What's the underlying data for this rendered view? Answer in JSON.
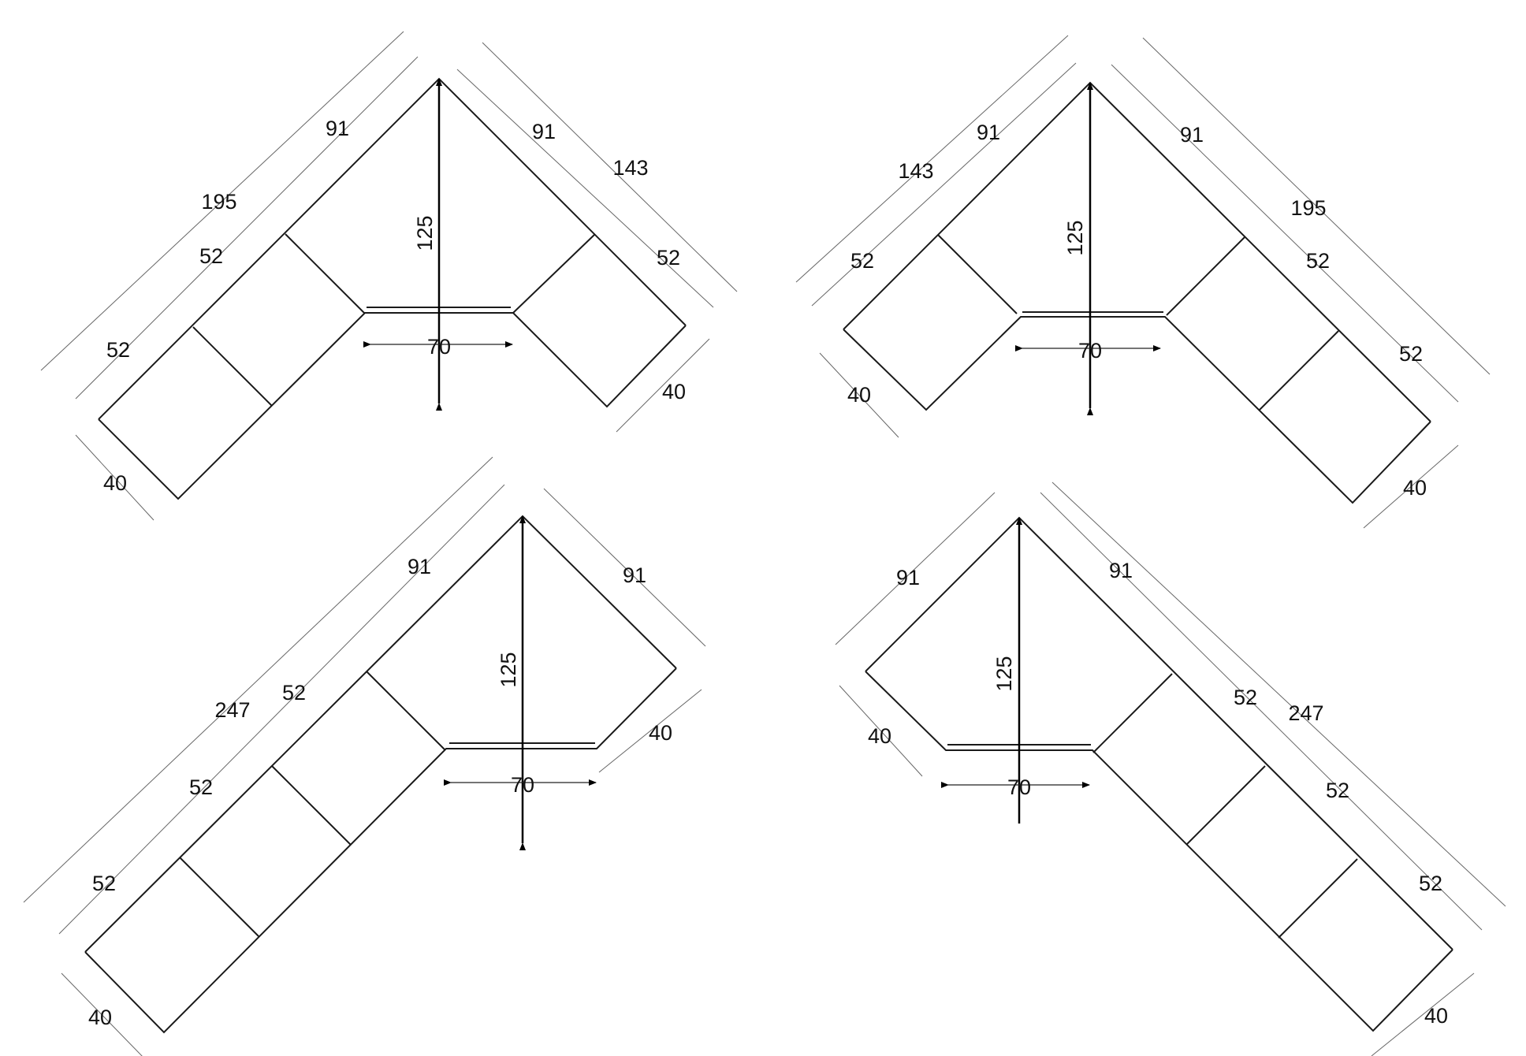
{
  "colors": {
    "line": "#1a1a1a",
    "dim": "#444444",
    "arrow": "#000000",
    "background": "#ffffff"
  },
  "diagrams": [
    {
      "id": "top-left",
      "labels": {
        "outer_overall": "195",
        "outer_corner": "91",
        "outer_unit_1": "52",
        "outer_unit_2": "52",
        "inner_corner": "91",
        "inner_overall": "143",
        "inner_unit_1": "52",
        "depth_left": "40",
        "depth_right": "40",
        "front": "70",
        "height": "125"
      }
    },
    {
      "id": "top-right",
      "labels": {
        "outer_overall": "143",
        "outer_corner": "91",
        "outer_unit_1": "52",
        "inner_corner": "91",
        "inner_overall": "195",
        "inner_unit_1": "52",
        "inner_unit_2": "52",
        "depth_left": "40",
        "depth_right": "40",
        "front": "70",
        "height": "125"
      }
    },
    {
      "id": "bottom-left",
      "labels": {
        "outer_overall": "247",
        "outer_corner": "91",
        "outer_unit_1": "52",
        "outer_unit_2": "52",
        "outer_unit_3": "52",
        "inner_corner": "91",
        "depth_left": "40",
        "depth_right": "40",
        "front": "70",
        "height": "125"
      }
    },
    {
      "id": "bottom-right",
      "labels": {
        "outer_corner": "91",
        "inner_corner": "91",
        "inner_overall": "247",
        "inner_unit_1": "52",
        "inner_unit_2": "52",
        "inner_unit_3": "52",
        "depth_left": "40",
        "depth_right": "40",
        "front": "70",
        "height": "125"
      }
    }
  ]
}
